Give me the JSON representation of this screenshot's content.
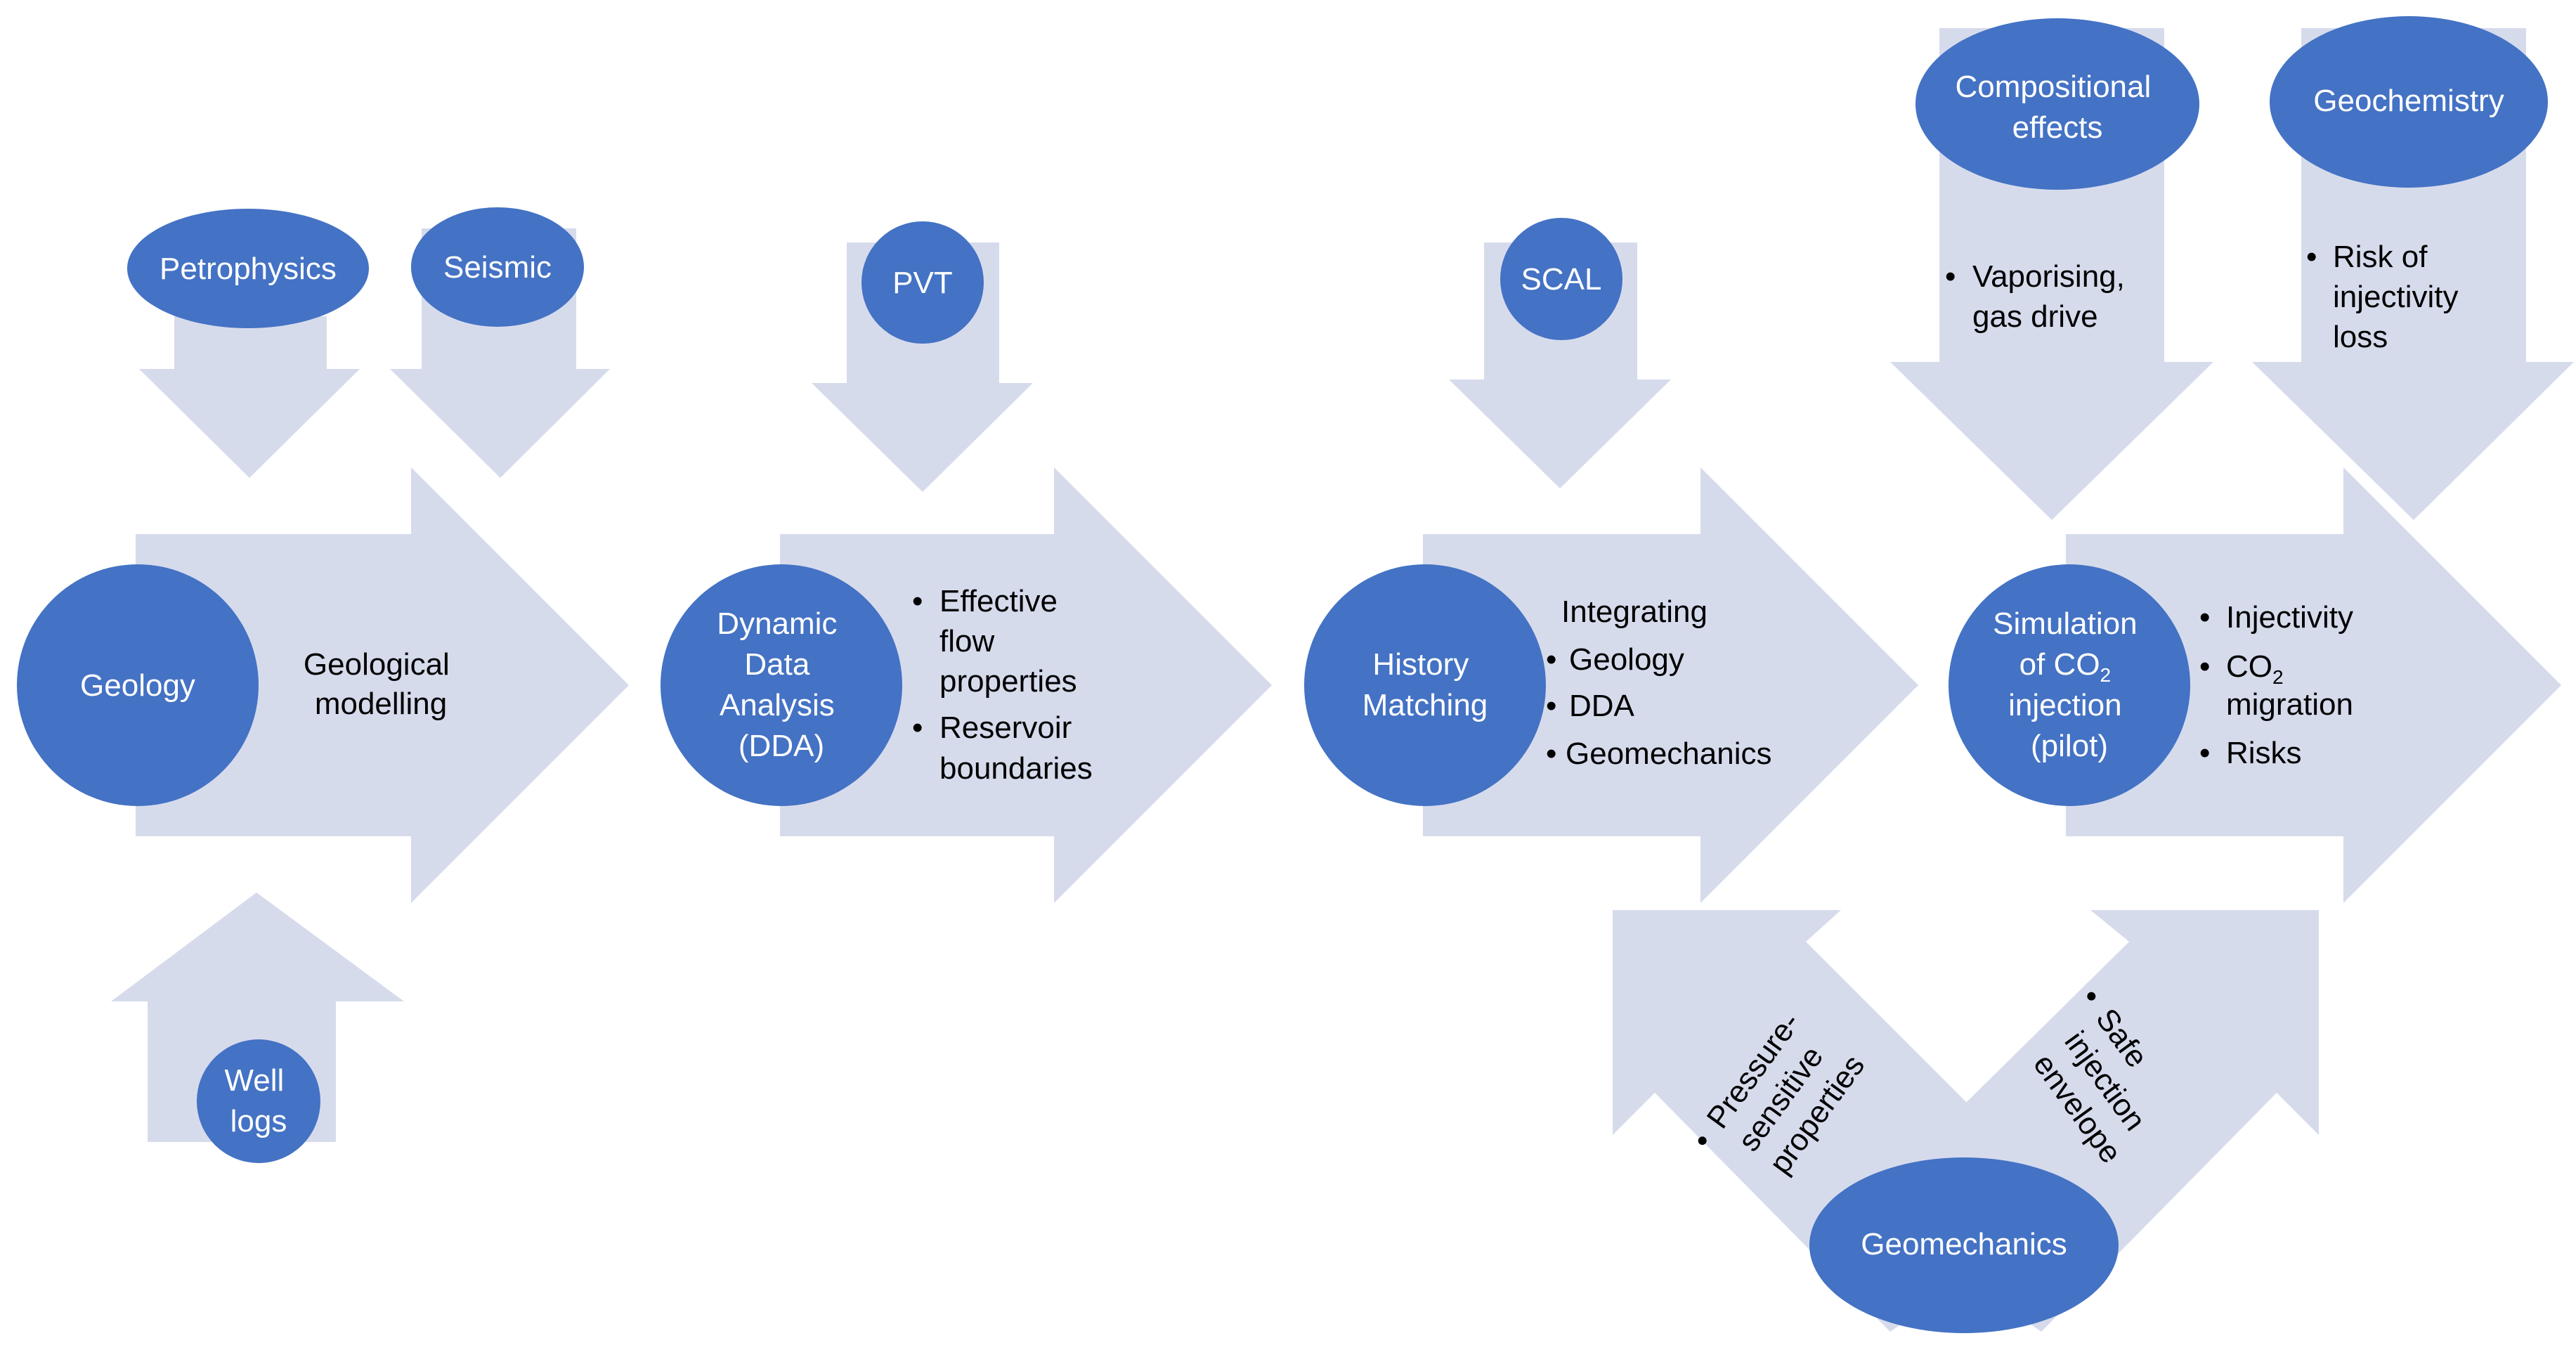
{
  "colors": {
    "arrow_fill": "#d6dbec",
    "node_fill": "#4472c4",
    "node_text": "#ffffff",
    "body_text": "#000000"
  },
  "stages": {
    "geology": {
      "label": "Geology",
      "text": [
        "Geological",
        "modelling"
      ]
    },
    "dda": {
      "label": [
        "Dynamic",
        "Data",
        "Analysis",
        "(DDA)"
      ],
      "bullets": [
        [
          "Effective",
          "flow",
          "properties"
        ],
        [
          "Reservoir",
          "boundaries"
        ]
      ]
    },
    "history": {
      "label": [
        "History",
        "Matching"
      ],
      "intro": "Integrating",
      "bullets": [
        "Geology",
        "DDA",
        "Geomechanics"
      ]
    },
    "simulation": {
      "label": [
        "Simulation",
        "of CO",
        "2",
        "injection",
        "(pilot)"
      ],
      "bullets": [
        "Injectivity",
        "CO",
        "2",
        "migration",
        "Risks"
      ]
    }
  },
  "inputs": {
    "petrophysics": "Petrophysics",
    "seismic": "Seismic",
    "well_logs": [
      "Well",
      "logs"
    ],
    "pvt": "PVT",
    "scal": "SCAL",
    "compositional": {
      "label": [
        "Compositional",
        "effects"
      ],
      "bullets": [
        [
          "Vaporising,",
          "gas drive"
        ]
      ]
    },
    "geochemistry": {
      "label": "Geochemistry",
      "bullets": [
        [
          "Risk of",
          "injectivity",
          "loss"
        ]
      ]
    },
    "geomechanics": {
      "label": "Geomechanics",
      "left_text": [
        "Pressure-",
        "sensitive",
        "properties"
      ],
      "right_text": [
        "Safe",
        "injection",
        "envelope"
      ]
    }
  }
}
